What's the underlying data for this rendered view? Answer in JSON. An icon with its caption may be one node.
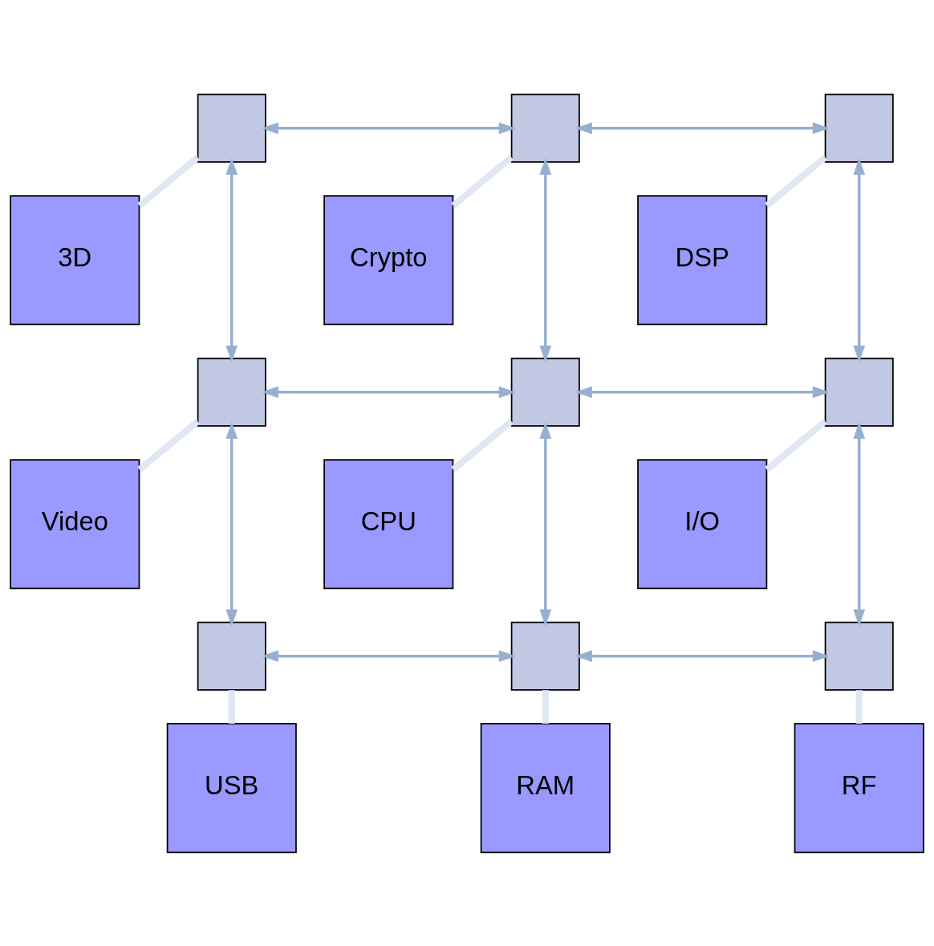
{
  "diagram": {
    "nodes": [
      {
        "text": [],
        "shape": "box"
      },
      {
        "text": [],
        "shape": "box"
      },
      {
        "text": [],
        "shape": "box"
      },
      {
        "text": [
          "3D"
        ]
      },
      {
        "text": [
          "Crypto"
        ]
      },
      {
        "text": [
          "DSP"
        ]
      },
      {
        "text": [],
        "shape": "box"
      },
      {
        "text": [],
        "shape": "box"
      },
      {
        "text": [],
        "shape": "box"
      },
      {
        "text": [
          "Video"
        ]
      },
      {
        "text": [
          "CPU"
        ]
      },
      {
        "text": [
          "I/O"
        ]
      },
      {
        "text": [],
        "shape": "box"
      },
      {
        "text": [],
        "shape": "box"
      },
      {
        "text": [],
        "shape": "box"
      },
      {
        "text": [
          "USB"
        ]
      },
      {
        "text": [
          "RAM"
        ]
      },
      {
        "text": [
          "RF"
        ]
      }
    ],
    "edges": [
      {
        "from": 0,
        "to": 1,
        "arrow": "both"
      },
      {
        "from": 1,
        "to": 2,
        "arrow": "both"
      },
      {
        "from": 0,
        "to": 3,
        "arrow": "none",
        "style": "thick",
        "color": "#e0e6f2"
      },
      {
        "from": 1,
        "to": 4,
        "arrow": "none",
        "style": "thick",
        "color": "#e0e6f2"
      },
      {
        "from": 2,
        "to": 5,
        "arrow": "none",
        "style": "thick",
        "color": "#e0e6f2"
      },
      {
        "from": 0,
        "to": 6,
        "arrow": "both"
      },
      {
        "from": 1,
        "to": 7,
        "arrow": "both"
      },
      {
        "from": 2,
        "to": 8,
        "arrow": "both"
      },
      {
        "from": 6,
        "to": 7,
        "arrow": "both"
      },
      {
        "from": 7,
        "to": 8,
        "arrow": "both"
      },
      {
        "from": 6,
        "to": 9,
        "arrow": "none",
        "style": "thick",
        "color": "#e0e6f2"
      },
      {
        "from": 7,
        "to": 10,
        "arrow": "none",
        "style": "thick",
        "color": "#e0e6f2"
      },
      {
        "from": 8,
        "to": 11,
        "arrow": "none",
        "style": "thick",
        "color": "#e0e6f2"
      },
      {
        "from": 6,
        "to": 12,
        "arrow": "both"
      },
      {
        "from": 7,
        "to": 13,
        "arrow": "both"
      },
      {
        "from": 8,
        "to": 14,
        "arrow": "both"
      },
      {
        "from": 12,
        "to": 13,
        "arrow": "both"
      },
      {
        "from": 13,
        "to": 14,
        "arrow": "both"
      },
      {
        "from": 12,
        "to": 15,
        "arrow": "none",
        "style": "thick",
        "color": "#e0e6f2"
      },
      {
        "from": 13,
        "to": 16,
        "arrow": "none",
        "style": "thick",
        "color": "#e0e6f2"
      },
      {
        "from": 14,
        "to": 17,
        "arrow": "none",
        "style": "thick",
        "color": "#e0e6f2"
      }
    ]
  }
}
